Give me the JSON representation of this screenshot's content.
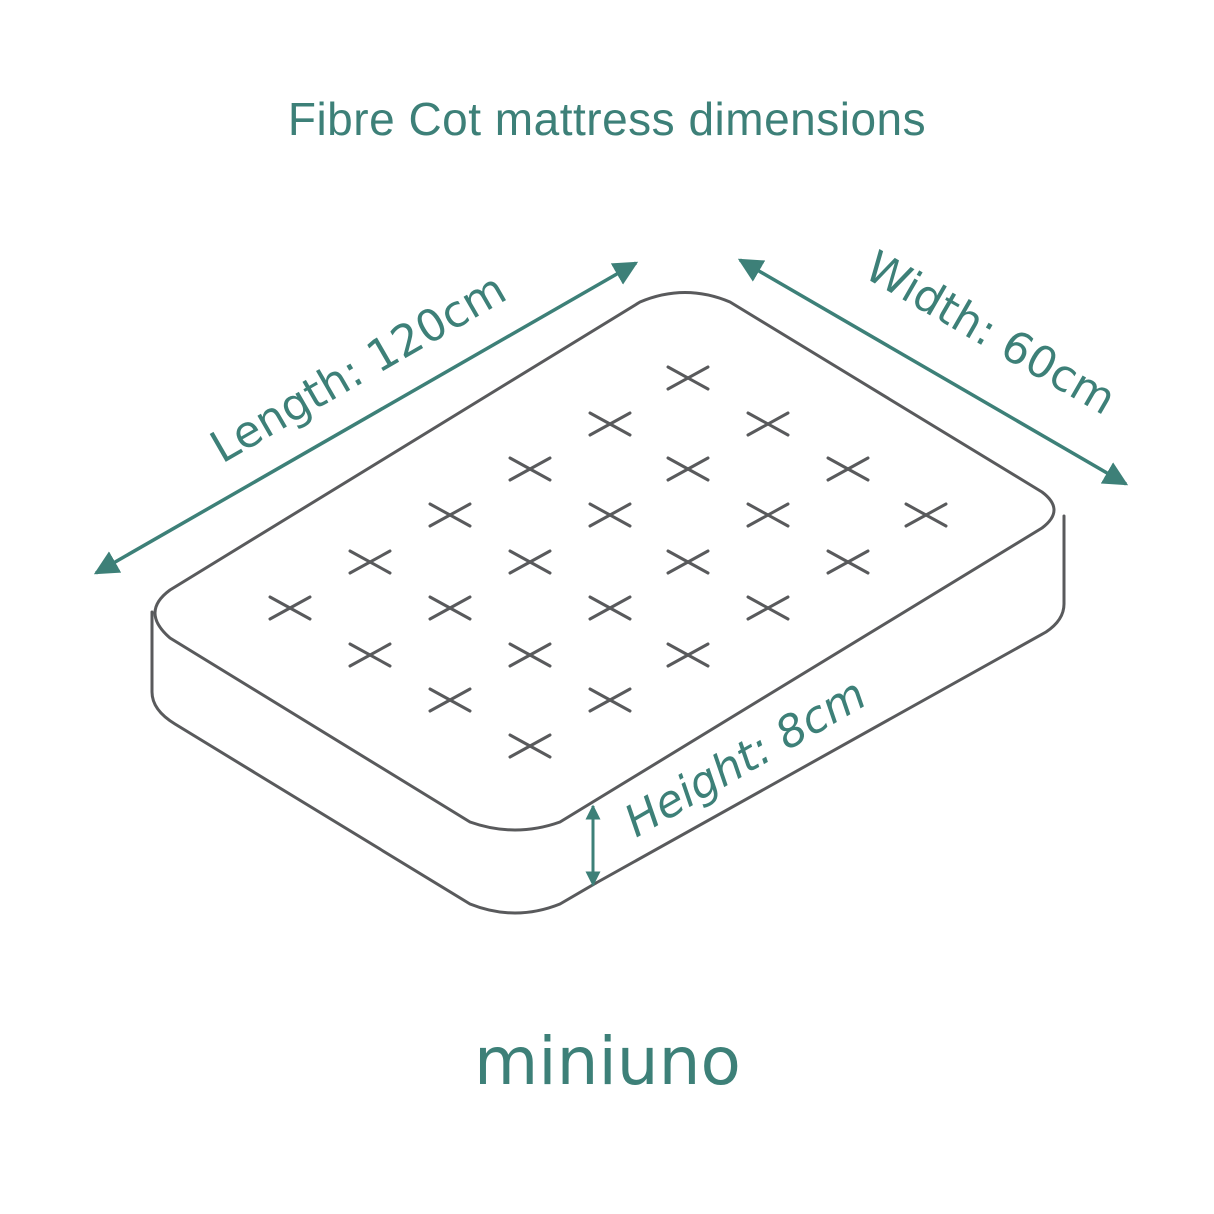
{
  "title": "Fibre Cot mattress dimensions",
  "dimensions": {
    "length": "Length: 120cm",
    "width": "Width: 60cm",
    "height": "Height: 8cm"
  },
  "brand": "miniuno",
  "colors": {
    "accent": "#3d8078",
    "outline": "#595a5c"
  }
}
